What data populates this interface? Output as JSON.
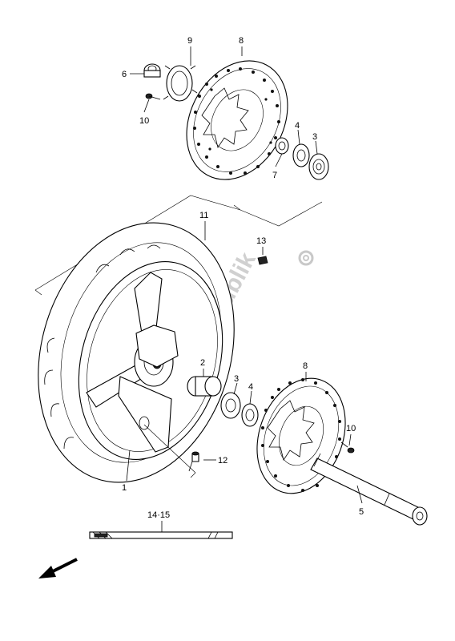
{
  "diagram": {
    "title": "",
    "watermark": "PartsRepublik",
    "callouts": {
      "c1": "1",
      "c2": "2",
      "c3a": "3",
      "c3b": "3",
      "c4a": "4",
      "c4b": "4",
      "c5": "5",
      "c6": "6",
      "c7": "7",
      "c8a": "8",
      "c8b": "8",
      "c9": "9",
      "c10a": "10",
      "c10b": "10",
      "c11": "11",
      "c12": "12",
      "c13": "13",
      "c1415": "14·15"
    }
  }
}
